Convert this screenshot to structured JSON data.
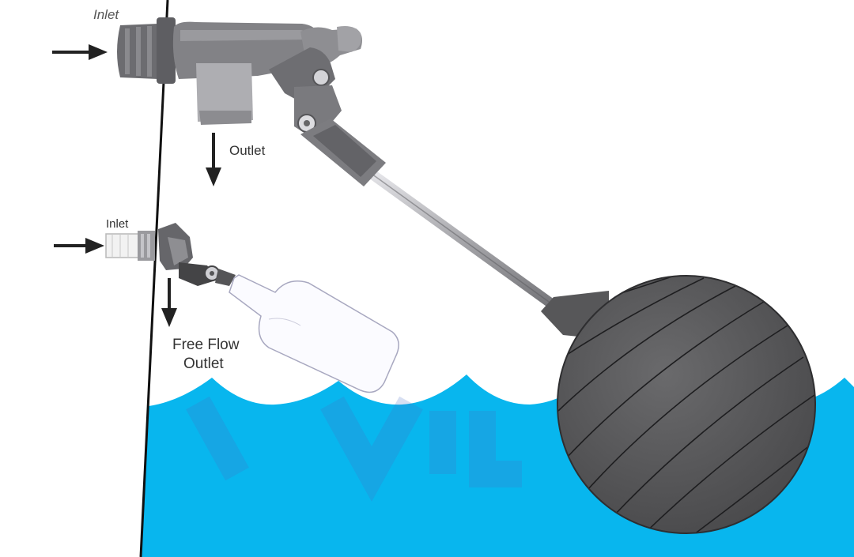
{
  "labels": {
    "top_inlet": "Inlet",
    "top_outlet": "Outlet",
    "small_inlet": "Inlet",
    "free_flow": "Free Flow",
    "free_outlet": "Outlet"
  },
  "colors": {
    "water": "#08b6ee",
    "valve_body": "#77777a",
    "float_ball": "#575759",
    "rod": "#b4b4b8",
    "wall_line": "#111111",
    "arrow": "#222222",
    "watermark": "#4a6fc4"
  },
  "icons": {
    "arrow": "arrow-icon"
  }
}
